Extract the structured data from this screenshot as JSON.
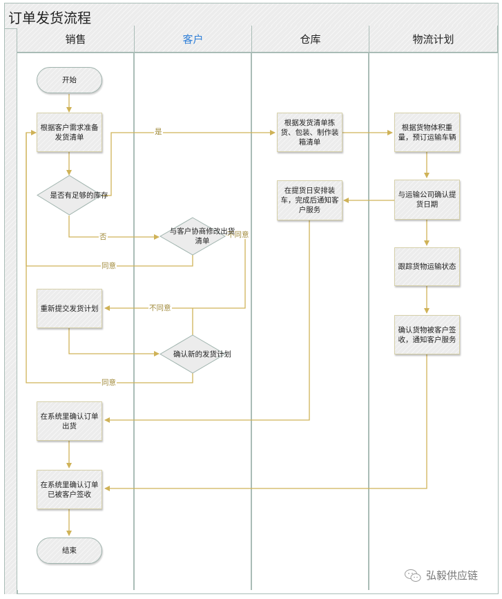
{
  "title": "订单发货流程",
  "lanes": [
    {
      "label": "销售",
      "color": "#222222"
    },
    {
      "label": "客户",
      "color": "#2f7fd8"
    },
    {
      "label": "仓库",
      "color": "#222222"
    },
    {
      "label": "物流计划",
      "color": "#222222"
    }
  ],
  "nodes": {
    "start": "开始",
    "prepare_list": "根据客户需求准备发货清单",
    "stock_check": "是否有足够的库存",
    "negotiate": "与客户协商修改出货清单",
    "resubmit": "重新提交发货计划",
    "confirm_plan": "确认新的发货计划",
    "confirm_shipped": "在系统里确认订单出货",
    "confirm_signed": "在系统里确认订单已被客户签收",
    "end": "结束",
    "pick_pack": "根据发货清单拣货、包装、制作装箱清单",
    "load_notify": "在提货日安排装车，完成后通知客户服务",
    "book_vehicle": "根据货物体积重量，预订运输车辆",
    "confirm_date": "与运输公司确认提货日期",
    "track": "跟踪货物运输状态",
    "confirm_receipt": "确认货物被客户签收，通知客户服务"
  },
  "edge_labels": {
    "yes": "是",
    "no": "否",
    "agree_1": "同意",
    "disagree_1": "不同意",
    "disagree_2": "不同意",
    "agree_2": "同意"
  },
  "colors": {
    "connector": "#cfb257",
    "border": "#a9bcb6",
    "client_lane": "#2f7fd8"
  },
  "watermark": "弘毅供应链"
}
